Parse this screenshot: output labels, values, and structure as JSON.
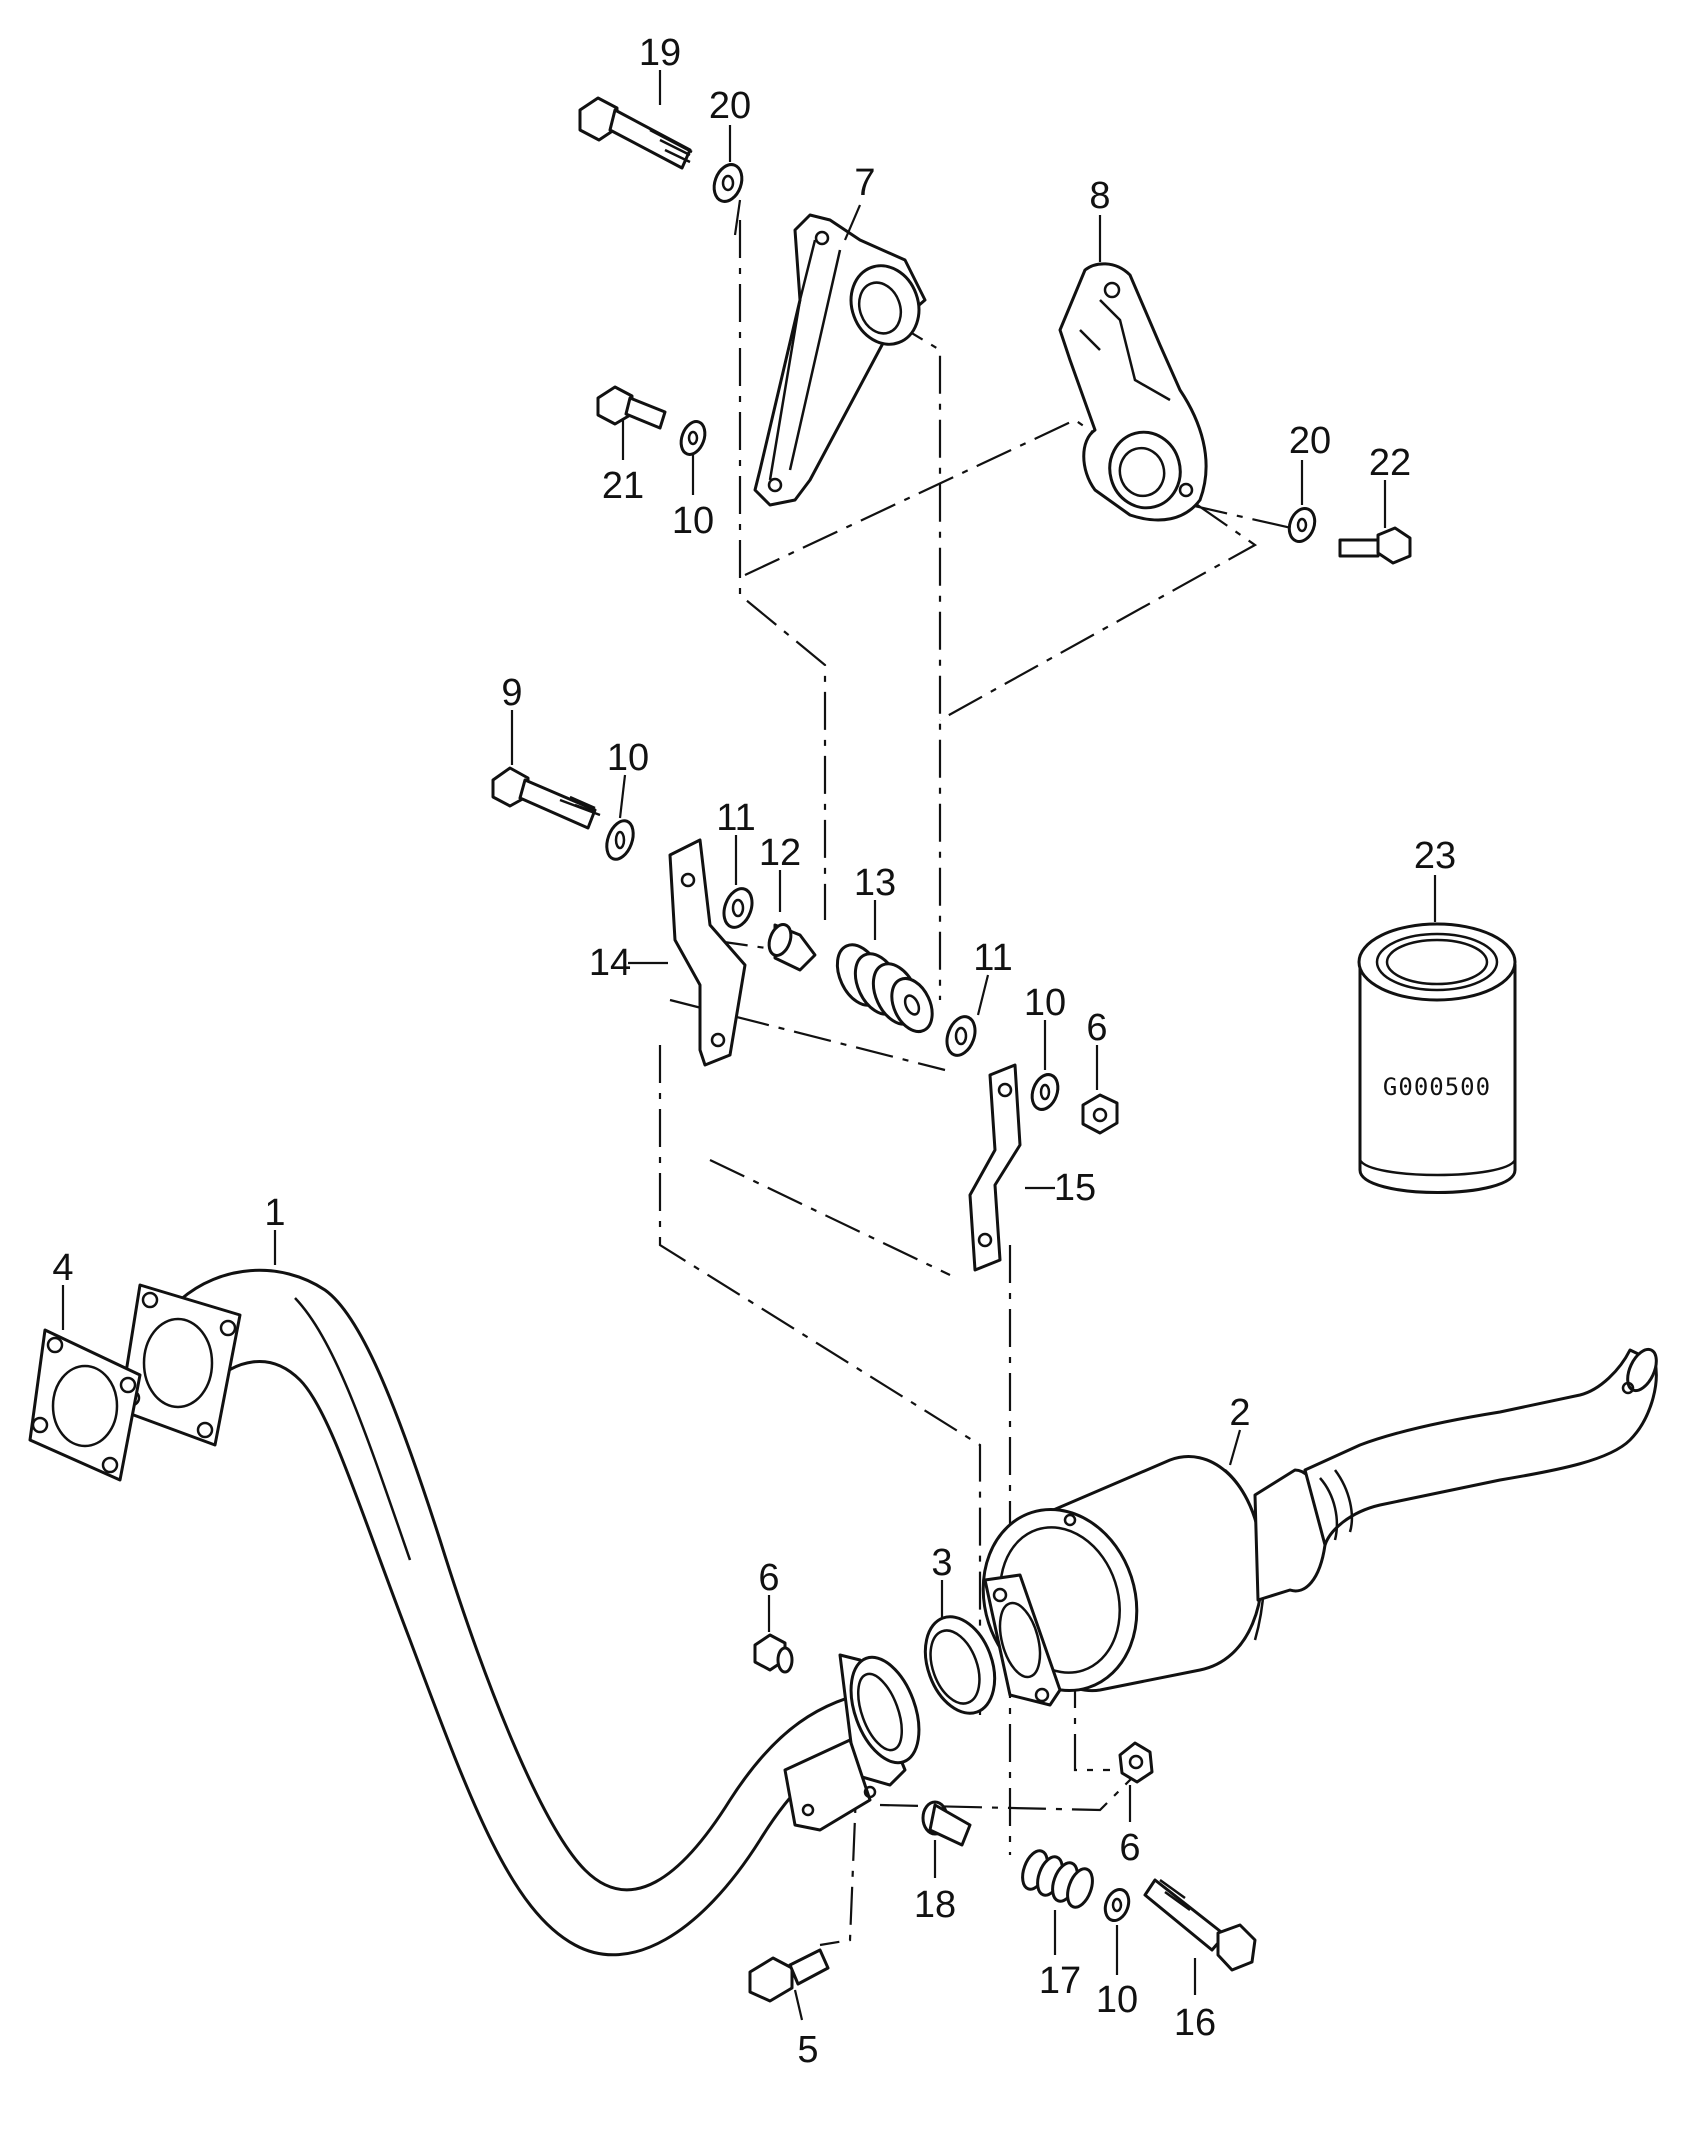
{
  "diagram": {
    "callouts": [
      {
        "id": "c1",
        "text": "1"
      },
      {
        "id": "c2",
        "text": "2"
      },
      {
        "id": "c3",
        "text": "3"
      },
      {
        "id": "c4",
        "text": "4"
      },
      {
        "id": "c5",
        "text": "5"
      },
      {
        "id": "c6a",
        "text": "6"
      },
      {
        "id": "c6b",
        "text": "6"
      },
      {
        "id": "c6c",
        "text": "6"
      },
      {
        "id": "c7",
        "text": "7"
      },
      {
        "id": "c8",
        "text": "8"
      },
      {
        "id": "c9",
        "text": "9"
      },
      {
        "id": "c10a",
        "text": "10"
      },
      {
        "id": "c10b",
        "text": "10"
      },
      {
        "id": "c10c",
        "text": "10"
      },
      {
        "id": "c10d",
        "text": "10"
      },
      {
        "id": "c11a",
        "text": "11"
      },
      {
        "id": "c11b",
        "text": "11"
      },
      {
        "id": "c12",
        "text": "12"
      },
      {
        "id": "c13",
        "text": "13"
      },
      {
        "id": "c14",
        "text": "14"
      },
      {
        "id": "c15",
        "text": "15"
      },
      {
        "id": "c16",
        "text": "16"
      },
      {
        "id": "c17",
        "text": "17"
      },
      {
        "id": "c18",
        "text": "18"
      },
      {
        "id": "c19",
        "text": "19"
      },
      {
        "id": "c20a",
        "text": "20"
      },
      {
        "id": "c20b",
        "text": "20"
      },
      {
        "id": "c21",
        "text": "21"
      },
      {
        "id": "c22",
        "text": "22"
      },
      {
        "id": "c23",
        "text": "23"
      }
    ],
    "badge_code": "G000500"
  }
}
